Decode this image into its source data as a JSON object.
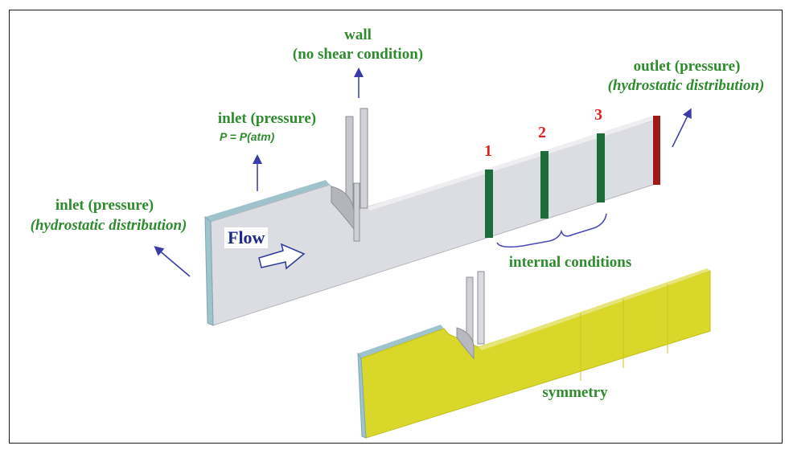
{
  "labels": {
    "wall_line1": "wall",
    "wall_line2": "(no shear condition)",
    "inlet_top_line1": "inlet (pressure)",
    "inlet_top_eq": "P = P(atm)",
    "inlet_left_line1": "inlet (pressure)",
    "inlet_left_line2": "(hydrostatic distribution)",
    "outlet_line1": "outlet (pressure)",
    "outlet_line2": "(hydrostatic distribution)",
    "flow": "Flow",
    "num1": "1",
    "num2": "2",
    "num3": "3",
    "internal": "internal conditions",
    "symmetry": "symmetry"
  },
  "colors": {
    "label_green": "#2e8b2e",
    "number_red": "#e02020",
    "flow_blue": "#1f2a8a",
    "arrow_blue": "#3a3aa8",
    "channel_gray": "#dcdde2",
    "inlet_edge": "#9ec3cc",
    "internal_green": "#1e6b3c",
    "outlet_red": "#a01818",
    "symmetry_yellow": "#d9d72a"
  }
}
